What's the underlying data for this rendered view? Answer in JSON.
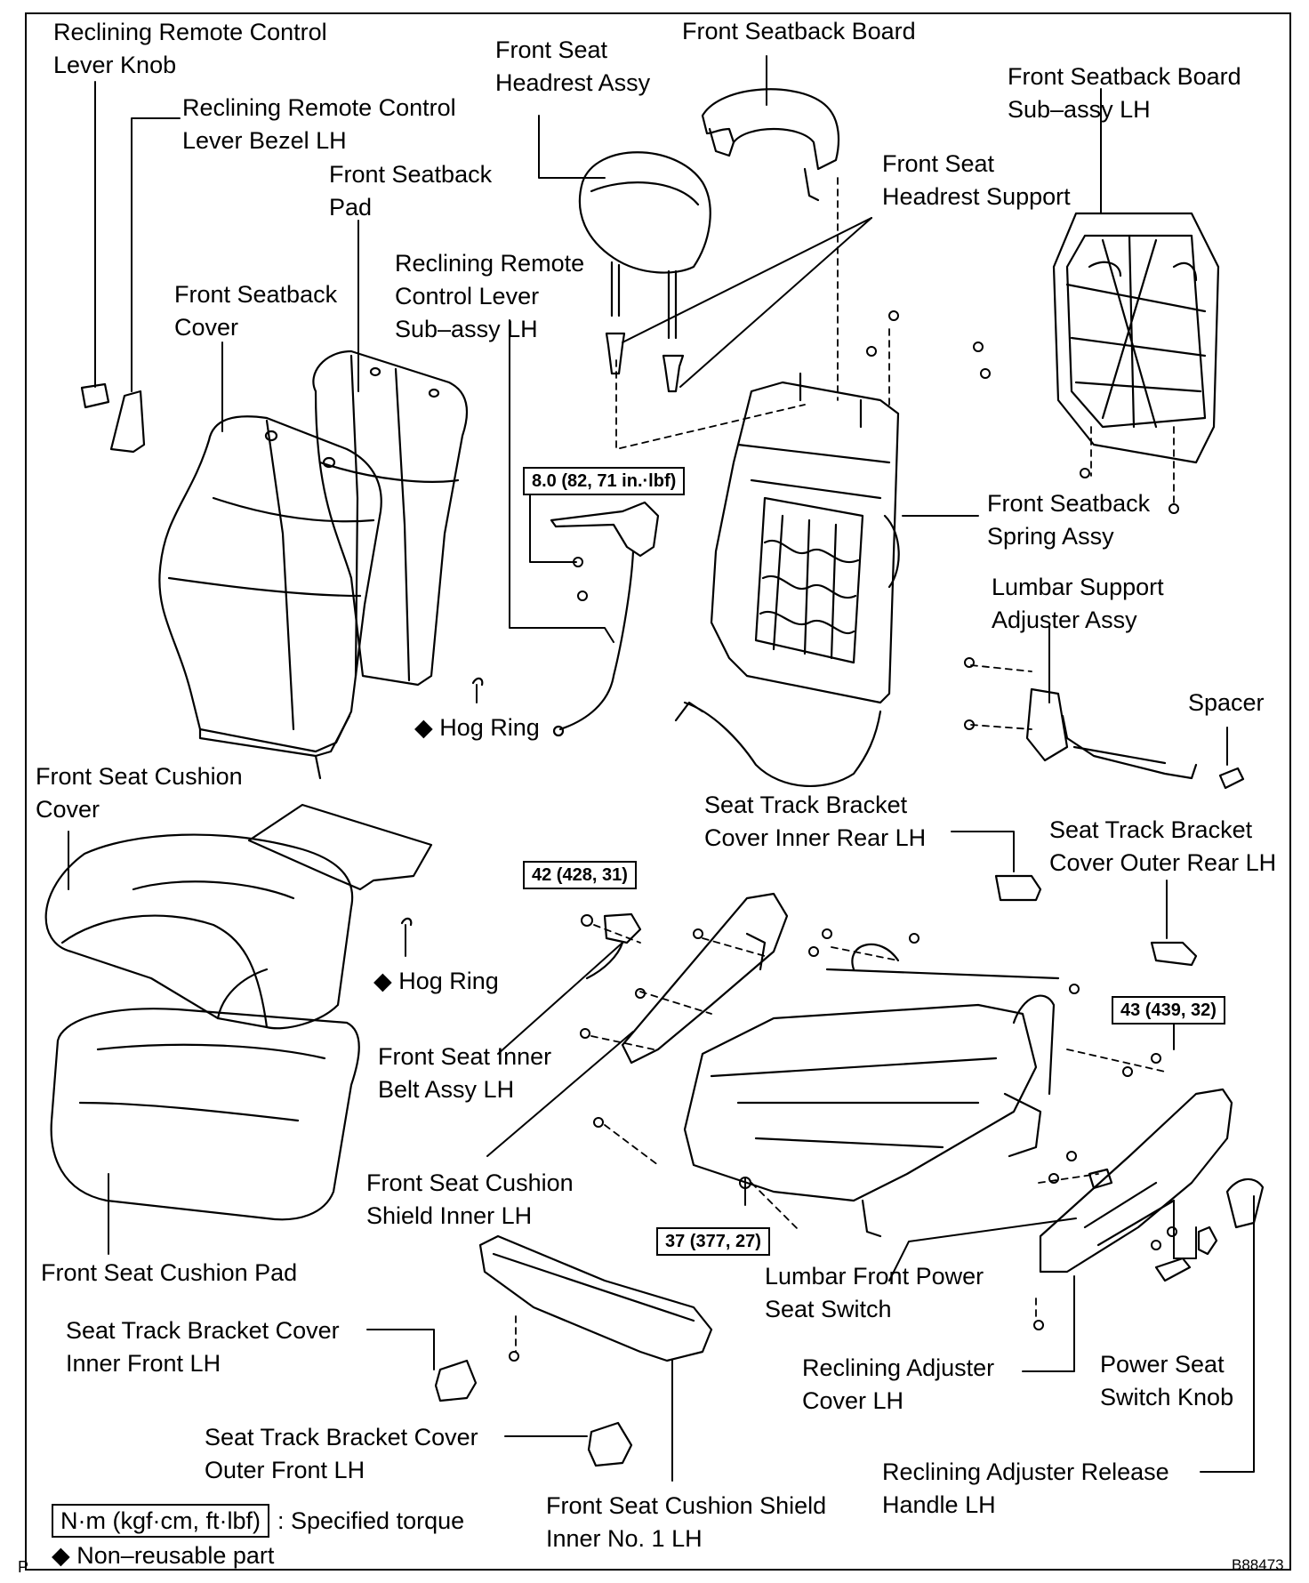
{
  "labels": {
    "lever_knob": [
      "Reclining Remote Control",
      "Lever Knob"
    ],
    "lever_bezel": [
      "Reclining Remote Control",
      "Lever Bezel LH"
    ],
    "seatback_pad": [
      "Front Seatback",
      "Pad"
    ],
    "seatback_cover": [
      "Front Seatback",
      "Cover"
    ],
    "headrest_assy": [
      "Front Seat",
      "Headrest Assy"
    ],
    "seatback_board": [
      "Front Seatback Board"
    ],
    "remote_lever_subassy": [
      "Reclining Remote",
      "Control Lever",
      "Sub–assy LH"
    ],
    "headrest_support": [
      "Front Seat",
      "Headrest Support"
    ],
    "board_subassy": [
      "Front Seatback Board",
      "Sub–assy LH"
    ],
    "spring_assy": [
      "Front Seatback",
      "Spring Assy"
    ],
    "lumbar_adjuster": [
      "Lumbar Support",
      "Adjuster Assy"
    ],
    "spacer": [
      "Spacer"
    ],
    "hog_ring_upper": [
      "◆ Hog Ring"
    ],
    "cushion_cover": [
      "Front Seat Cushion",
      "Cover"
    ],
    "track_inner_rear": [
      "Seat Track Bracket",
      "Cover Inner Rear LH"
    ],
    "track_outer_rear": [
      "Seat Track Bracket",
      "Cover Outer Rear LH"
    ],
    "hog_ring_lower": [
      "◆ Hog Ring"
    ],
    "inner_belt": [
      "Front Seat Inner",
      "Belt Assy LH"
    ],
    "shield_inner": [
      "Front Seat Cushion",
      "Shield Inner LH"
    ],
    "cushion_pad": [
      "Front Seat Cushion Pad"
    ],
    "lumbar_switch": [
      "Lumbar Front Power",
      "Seat Switch"
    ],
    "track_inner_front": [
      "Seat Track Bracket Cover",
      "Inner Front LH"
    ],
    "reclining_cover": [
      "Reclining Adjuster",
      "Cover LH"
    ],
    "switch_knob": [
      "Power Seat",
      "Switch Knob"
    ],
    "track_outer_front": [
      "Seat Track Bracket Cover",
      "Outer Front LH"
    ],
    "release_handle": [
      "Reclining Adjuster Release",
      "Handle LH"
    ],
    "shield_no1": [
      "Front Seat Cushion Shield",
      "Inner No. 1 LH"
    ]
  },
  "torques": {
    "t1": "8.0 (82, 71 in.·lbf)",
    "t2": "42 (428, 31)",
    "t3": "43 (439, 32)",
    "t4": "37 (377, 27)"
  },
  "legend": {
    "unit": "N·m (kgf·cm, ft·lbf)",
    "unit_desc": ": Specified torque",
    "nonreusable": "◆ Non–reusable part"
  },
  "corner_mark": "P",
  "figure_id": "B88473"
}
